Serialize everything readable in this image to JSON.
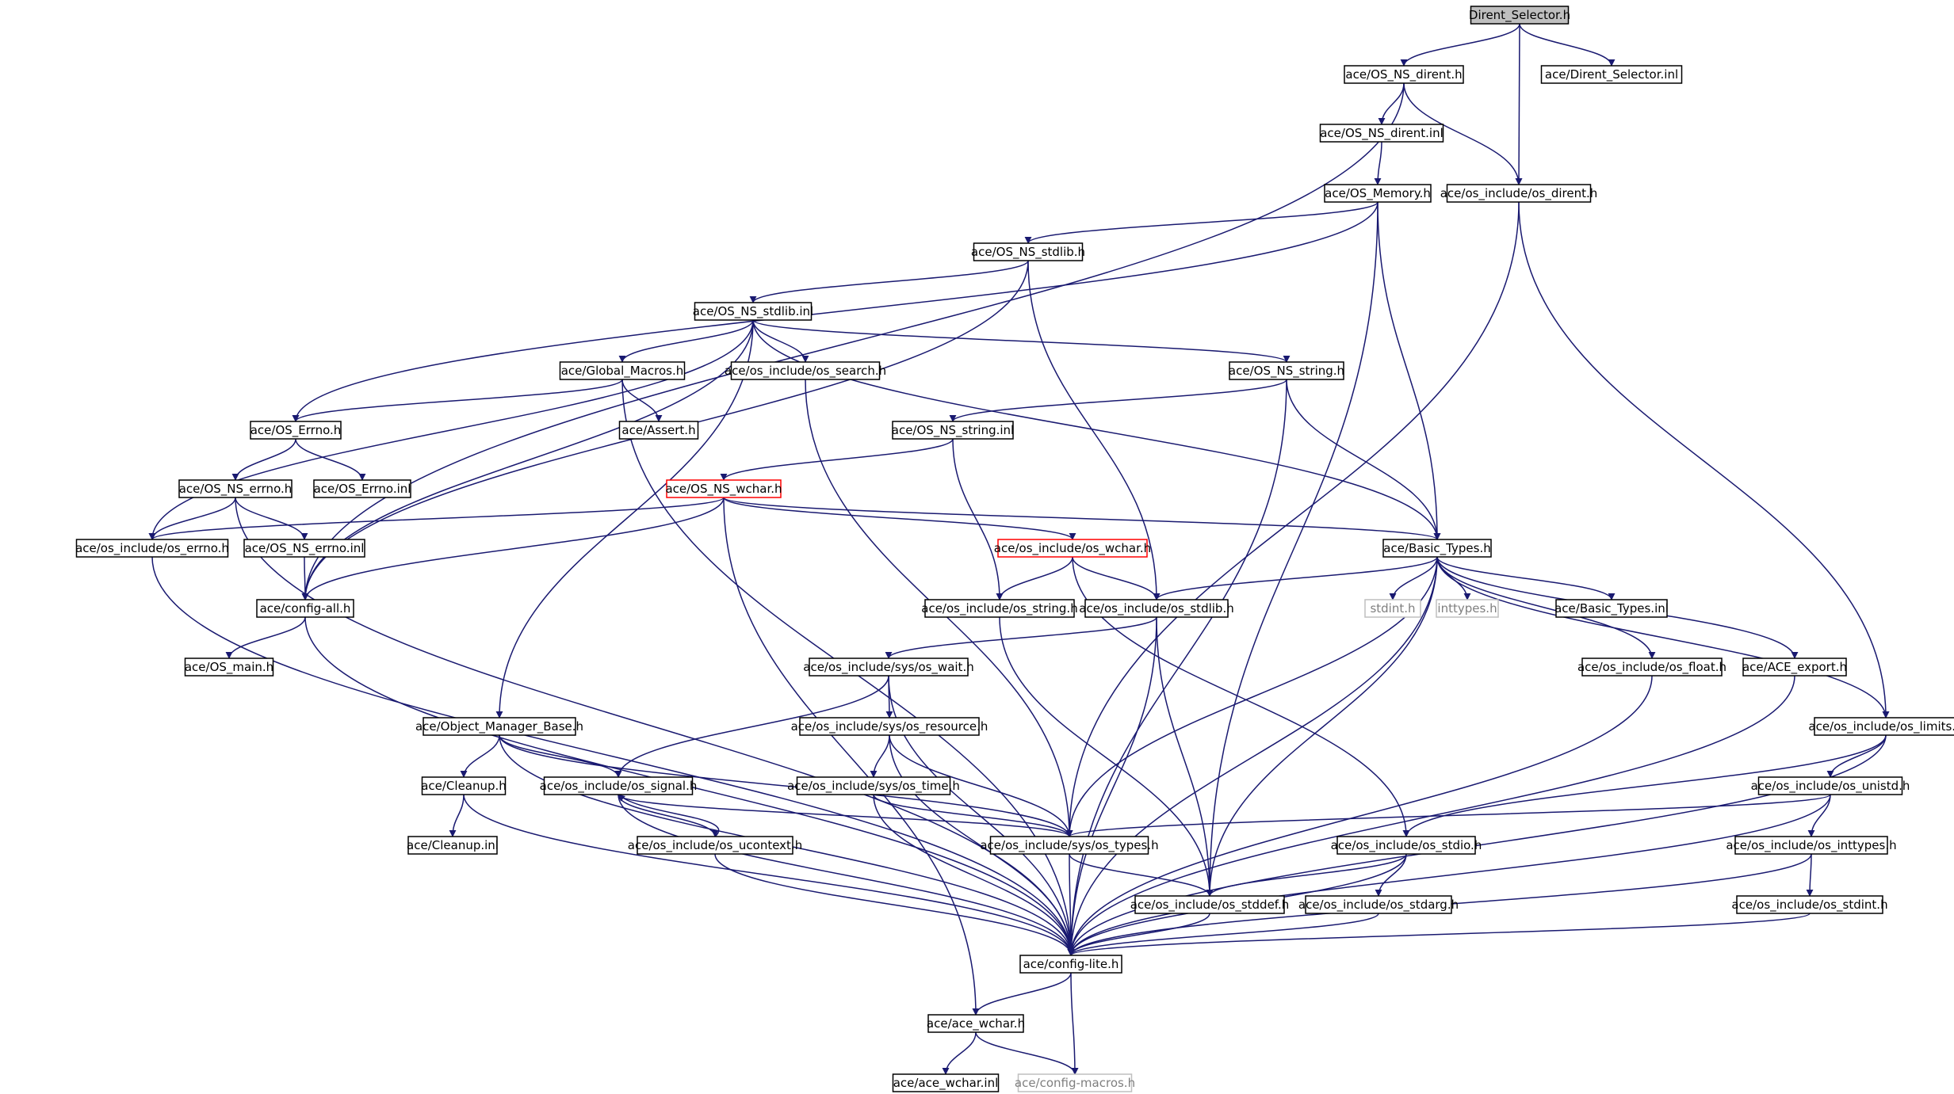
{
  "graph_title": "Dirent_Selector.h",
  "style": {
    "edge_color": "#191970",
    "box_border": "#000000",
    "root_fill": "#bfbfbf",
    "fill": "#ffffff",
    "truncated_border": "#ff0000",
    "missing_border": "#bfbfbf",
    "text_color": "#000000",
    "missing_text_color": "#7f7f7f"
  },
  "nodes": [
    {
      "id": "dirent_selector_h",
      "label": "Dirent_Selector.h",
      "kind": "root"
    },
    {
      "id": "os_ns_dirent_h",
      "label": "ace/OS_NS_dirent.h",
      "kind": "normal"
    },
    {
      "id": "dirent_selector_inl",
      "label": "ace/Dirent_Selector.inl",
      "kind": "normal"
    },
    {
      "id": "os_ns_dirent_inl",
      "label": "ace/OS_NS_dirent.inl",
      "kind": "normal"
    },
    {
      "id": "os_memory_h",
      "label": "ace/OS_Memory.h",
      "kind": "normal"
    },
    {
      "id": "os_include_os_dirent_h",
      "label": "ace/os_include/os_dirent.h",
      "kind": "normal"
    },
    {
      "id": "os_ns_stdlib_h",
      "label": "ace/OS_NS_stdlib.h",
      "kind": "normal"
    },
    {
      "id": "os_ns_stdlib_inl",
      "label": "ace/OS_NS_stdlib.inl",
      "kind": "normal"
    },
    {
      "id": "global_macros_h",
      "label": "ace/Global_Macros.h",
      "kind": "normal"
    },
    {
      "id": "os_search_h",
      "label": "ace/os_include/os_search.h",
      "kind": "normal"
    },
    {
      "id": "os_ns_string_h",
      "label": "ace/OS_NS_string.h",
      "kind": "normal"
    },
    {
      "id": "os_errno_h",
      "label": "ace/OS_Errno.h",
      "kind": "normal"
    },
    {
      "id": "assert_h",
      "label": "ace/Assert.h",
      "kind": "normal"
    },
    {
      "id": "os_ns_string_inl",
      "label": "ace/OS_NS_string.inl",
      "kind": "normal"
    },
    {
      "id": "os_ns_errno_h",
      "label": "ace/OS_NS_errno.h",
      "kind": "normal"
    },
    {
      "id": "os_errno_inl",
      "label": "ace/OS_Errno.inl",
      "kind": "normal"
    },
    {
      "id": "os_ns_wchar_h",
      "label": "ace/OS_NS_wchar.h",
      "kind": "truncated"
    },
    {
      "id": "os_include_os_errno_h",
      "label": "ace/os_include/os_errno.h",
      "kind": "normal"
    },
    {
      "id": "os_ns_errno_inl",
      "label": "ace/OS_NS_errno.inl",
      "kind": "normal"
    },
    {
      "id": "os_include_os_wchar_h",
      "label": "ace/os_include/os_wchar.h",
      "kind": "truncated"
    },
    {
      "id": "basic_types_h",
      "label": "ace/Basic_Types.h",
      "kind": "normal"
    },
    {
      "id": "config_all_h",
      "label": "ace/config-all.h",
      "kind": "normal"
    },
    {
      "id": "os_string_h",
      "label": "ace/os_include/os_string.h",
      "kind": "normal"
    },
    {
      "id": "os_stdlib_h",
      "label": "ace/os_include/os_stdlib.h",
      "kind": "normal"
    },
    {
      "id": "stdint_h",
      "label": "stdint.h",
      "kind": "missing"
    },
    {
      "id": "inttypes_h",
      "label": "inttypes.h",
      "kind": "missing"
    },
    {
      "id": "basic_types_inl",
      "label": "ace/Basic_Types.inl",
      "kind": "normal"
    },
    {
      "id": "os_main_h",
      "label": "ace/OS_main.h",
      "kind": "normal"
    },
    {
      "id": "os_wait_h",
      "label": "ace/os_include/sys/os_wait.h",
      "kind": "normal"
    },
    {
      "id": "os_float_h",
      "label": "ace/os_include/os_float.h",
      "kind": "normal"
    },
    {
      "id": "ace_export_h",
      "label": "ace/ACE_export.h",
      "kind": "normal"
    },
    {
      "id": "object_manager_base_h",
      "label": "ace/Object_Manager_Base.h",
      "kind": "normal"
    },
    {
      "id": "os_resource_h",
      "label": "ace/os_include/sys/os_resource.h",
      "kind": "normal"
    },
    {
      "id": "os_limits_h",
      "label": "ace/os_include/os_limits.h",
      "kind": "normal"
    },
    {
      "id": "cleanup_h",
      "label": "ace/Cleanup.h",
      "kind": "normal"
    },
    {
      "id": "os_signal_h",
      "label": "ace/os_include/os_signal.h",
      "kind": "normal"
    },
    {
      "id": "os_time_h",
      "label": "ace/os_include/sys/os_time.h",
      "kind": "normal"
    },
    {
      "id": "os_unistd_h",
      "label": "ace/os_include/os_unistd.h",
      "kind": "normal"
    },
    {
      "id": "cleanup_inl",
      "label": "ace/Cleanup.inl",
      "kind": "normal"
    },
    {
      "id": "os_ucontext_h",
      "label": "ace/os_include/os_ucontext.h",
      "kind": "normal"
    },
    {
      "id": "os_types_h",
      "label": "ace/os_include/sys/os_types.h",
      "kind": "normal"
    },
    {
      "id": "os_stdio_h",
      "label": "ace/os_include/os_stdio.h",
      "kind": "normal"
    },
    {
      "id": "os_inttypes_h",
      "label": "ace/os_include/os_inttypes.h",
      "kind": "normal"
    },
    {
      "id": "os_stddef_h",
      "label": "ace/os_include/os_stddef.h",
      "kind": "normal"
    },
    {
      "id": "os_stdarg_h",
      "label": "ace/os_include/os_stdarg.h",
      "kind": "normal"
    },
    {
      "id": "os_stdint_h",
      "label": "ace/os_include/os_stdint.h",
      "kind": "normal"
    },
    {
      "id": "config_lite_h",
      "label": "ace/config-lite.h",
      "kind": "normal"
    },
    {
      "id": "ace_wchar_h",
      "label": "ace/ace_wchar.h",
      "kind": "normal"
    },
    {
      "id": "ace_wchar_inl",
      "label": "ace/ace_wchar.inl",
      "kind": "normal"
    },
    {
      "id": "config_macros_h",
      "label": "ace/config-macros.h",
      "kind": "missing"
    }
  ],
  "edges": [
    [
      "dirent_selector_h",
      "os_ns_dirent_h"
    ],
    [
      "dirent_selector_h",
      "os_include_os_dirent_h"
    ],
    [
      "dirent_selector_h",
      "dirent_selector_inl"
    ],
    [
      "os_ns_dirent_h",
      "os_ns_dirent_inl"
    ],
    [
      "os_ns_dirent_h",
      "os_include_os_dirent_h"
    ],
    [
      "os_ns_dirent_h",
      "config_all_h"
    ],
    [
      "os_ns_dirent_inl",
      "os_memory_h"
    ],
    [
      "os_memory_h",
      "os_ns_stdlib_h"
    ],
    [
      "os_memory_h",
      "os_errno_h"
    ],
    [
      "os_memory_h",
      "basic_types_h"
    ],
    [
      "os_memory_h",
      "os_stddef_h"
    ],
    [
      "os_include_os_dirent_h",
      "os_types_h"
    ],
    [
      "os_include_os_dirent_h",
      "os_limits_h"
    ],
    [
      "os_ns_stdlib_h",
      "os_ns_stdlib_inl"
    ],
    [
      "os_ns_stdlib_h",
      "config_all_h"
    ],
    [
      "os_ns_stdlib_h",
      "os_stdlib_h"
    ],
    [
      "os_ns_stdlib_inl",
      "global_macros_h"
    ],
    [
      "os_ns_stdlib_inl",
      "os_search_h"
    ],
    [
      "os_ns_stdlib_inl",
      "os_ns_string_h"
    ],
    [
      "os_ns_stdlib_inl",
      "os_include_os_errno_h"
    ],
    [
      "os_ns_stdlib_inl",
      "config_all_h"
    ],
    [
      "os_ns_stdlib_inl",
      "object_manager_base_h"
    ],
    [
      "os_ns_stdlib_inl",
      "basic_types_h"
    ],
    [
      "global_macros_h",
      "os_errno_h"
    ],
    [
      "global_macros_h",
      "assert_h"
    ],
    [
      "global_macros_h",
      "config_lite_h"
    ],
    [
      "os_search_h",
      "os_types_h"
    ],
    [
      "os_ns_string_h",
      "os_ns_string_inl"
    ],
    [
      "os_ns_string_h",
      "basic_types_h"
    ],
    [
      "os_ns_string_h",
      "config_lite_h"
    ],
    [
      "os_errno_h",
      "os_ns_errno_h"
    ],
    [
      "os_errno_h",
      "os_errno_inl"
    ],
    [
      "os_ns_string_inl",
      "os_ns_wchar_h"
    ],
    [
      "os_ns_string_inl",
      "os_string_h"
    ],
    [
      "os_ns_errno_h",
      "os_include_os_errno_h"
    ],
    [
      "os_ns_errno_h",
      "os_ns_errno_inl"
    ],
    [
      "os_ns_errno_h",
      "config_lite_h"
    ],
    [
      "os_ns_wchar_h",
      "os_include_os_errno_h"
    ],
    [
      "os_ns_wchar_h",
      "os_include_os_wchar_h"
    ],
    [
      "os_ns_wchar_h",
      "basic_types_h"
    ],
    [
      "os_ns_wchar_h",
      "config_all_h"
    ],
    [
      "os_ns_wchar_h",
      "ace_wchar_h"
    ],
    [
      "os_ns_errno_inl",
      "config_all_h"
    ],
    [
      "os_include_os_errno_h",
      "config_lite_h"
    ],
    [
      "os_include_os_wchar_h",
      "os_string_h"
    ],
    [
      "os_include_os_wchar_h",
      "os_stdlib_h"
    ],
    [
      "os_include_os_wchar_h",
      "os_stdio_h"
    ],
    [
      "basic_types_h",
      "os_stdlib_h"
    ],
    [
      "basic_types_h",
      "stdint_h"
    ],
    [
      "basic_types_h",
      "inttypes_h"
    ],
    [
      "basic_types_h",
      "basic_types_inl"
    ],
    [
      "basic_types_h",
      "os_float_h"
    ],
    [
      "basic_types_h",
      "ace_export_h"
    ],
    [
      "basic_types_h",
      "os_limits_h"
    ],
    [
      "basic_types_h",
      "os_types_h"
    ],
    [
      "basic_types_h",
      "os_stddef_h"
    ],
    [
      "basic_types_h",
      "config_lite_h"
    ],
    [
      "config_all_h",
      "os_main_h"
    ],
    [
      "config_all_h",
      "config_lite_h"
    ],
    [
      "os_string_h",
      "os_stddef_h"
    ],
    [
      "os_stdlib_h",
      "os_wait_h"
    ],
    [
      "os_stdlib_h",
      "os_stddef_h"
    ],
    [
      "os_stdlib_h",
      "config_lite_h"
    ],
    [
      "os_wait_h",
      "os_resource_h"
    ],
    [
      "os_wait_h",
      "os_signal_h"
    ],
    [
      "os_wait_h",
      "config_lite_h"
    ],
    [
      "os_float_h",
      "config_lite_h"
    ],
    [
      "ace_export_h",
      "config_lite_h"
    ],
    [
      "object_manager_base_h",
      "cleanup_h"
    ],
    [
      "object_manager_base_h",
      "os_signal_h"
    ],
    [
      "object_manager_base_h",
      "os_types_h"
    ],
    [
      "object_manager_base_h",
      "config_lite_h"
    ],
    [
      "os_resource_h",
      "os_time_h"
    ],
    [
      "os_resource_h",
      "os_types_h"
    ],
    [
      "os_resource_h",
      "config_lite_h"
    ],
    [
      "os_limits_h",
      "os_unistd_h"
    ],
    [
      "os_limits_h",
      "os_stdio_h"
    ],
    [
      "os_limits_h",
      "config_lite_h"
    ],
    [
      "cleanup_h",
      "cleanup_inl"
    ],
    [
      "cleanup_h",
      "config_lite_h"
    ],
    [
      "os_signal_h",
      "os_ucontext_h"
    ],
    [
      "os_signal_h",
      "os_types_h"
    ],
    [
      "os_signal_h",
      "config_lite_h"
    ],
    [
      "os_ucontext_h",
      "os_signal_h"
    ],
    [
      "os_ucontext_h",
      "config_lite_h"
    ],
    [
      "os_time_h",
      "os_types_h"
    ],
    [
      "os_time_h",
      "config_lite_h"
    ],
    [
      "os_unistd_h",
      "os_inttypes_h"
    ],
    [
      "os_unistd_h",
      "os_types_h"
    ],
    [
      "os_unistd_h",
      "config_lite_h"
    ],
    [
      "os_types_h",
      "os_stddef_h"
    ],
    [
      "os_types_h",
      "config_lite_h"
    ],
    [
      "os_stdio_h",
      "os_stddef_h"
    ],
    [
      "os_stdio_h",
      "os_stdarg_h"
    ],
    [
      "os_stdio_h",
      "config_lite_h"
    ],
    [
      "os_inttypes_h",
      "os_stdint_h"
    ],
    [
      "os_inttypes_h",
      "config_lite_h"
    ],
    [
      "os_stddef_h",
      "config_lite_h"
    ],
    [
      "os_stdarg_h",
      "config_lite_h"
    ],
    [
      "os_stdint_h",
      "config_lite_h"
    ],
    [
      "config_lite_h",
      "ace_wchar_h"
    ],
    [
      "config_lite_h",
      "config_macros_h"
    ],
    [
      "ace_wchar_h",
      "ace_wchar_inl"
    ],
    [
      "ace_wchar_h",
      "config_macros_h"
    ]
  ]
}
